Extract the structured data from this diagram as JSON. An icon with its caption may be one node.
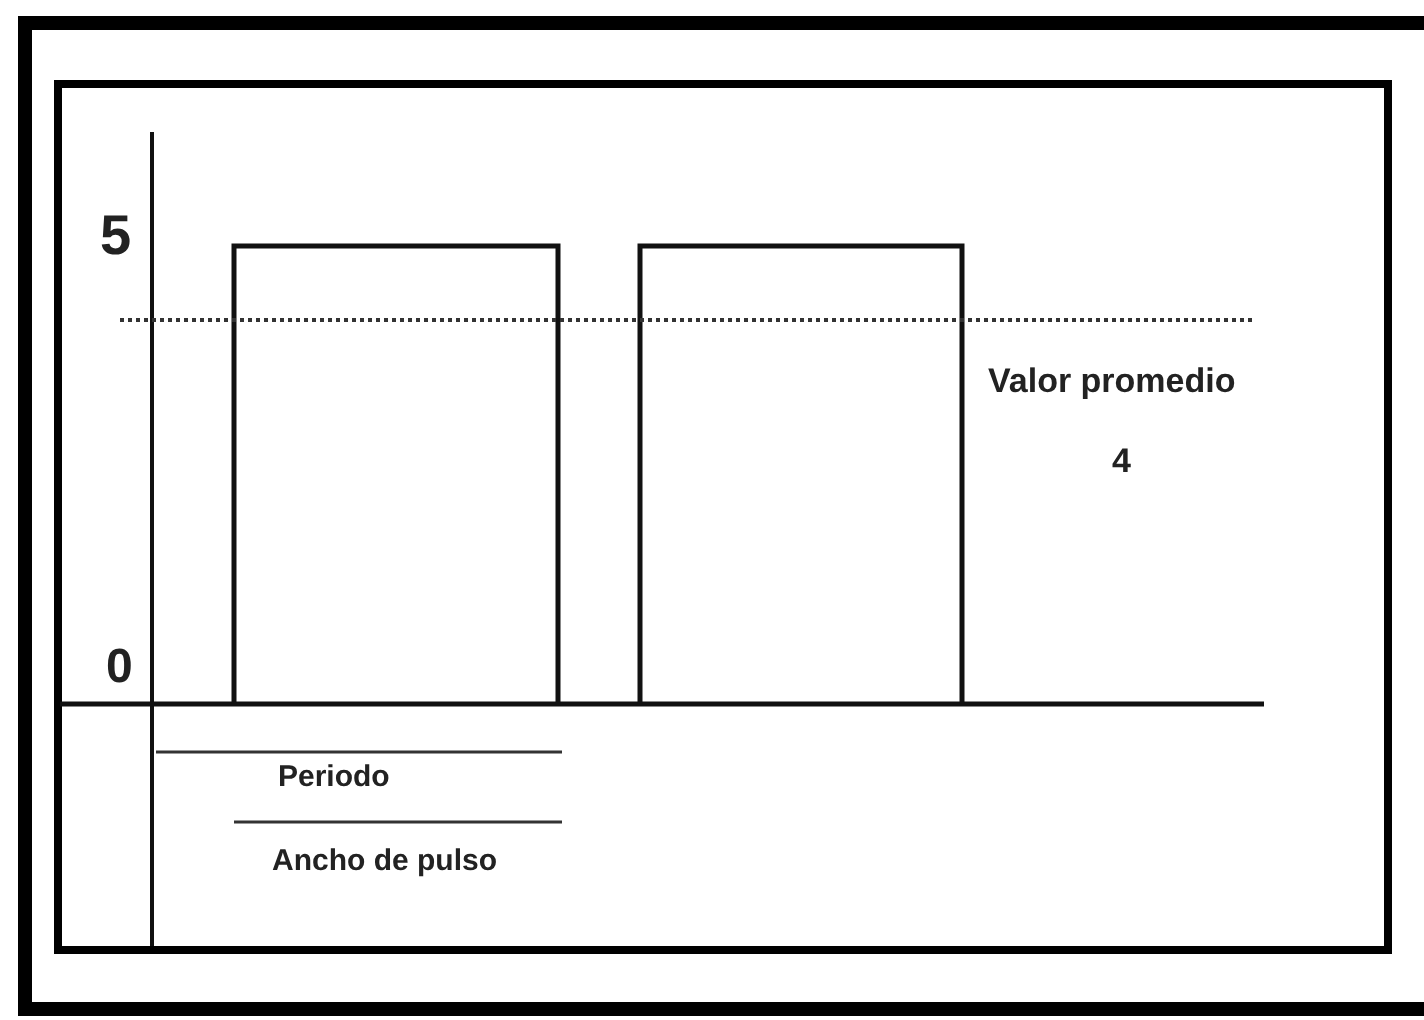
{
  "diagram": {
    "labels": [
      "5",
      "Valor promedio",
      "4",
      "0",
      "Periodo",
      "Ancho de pulso"
    ]
  }
}
